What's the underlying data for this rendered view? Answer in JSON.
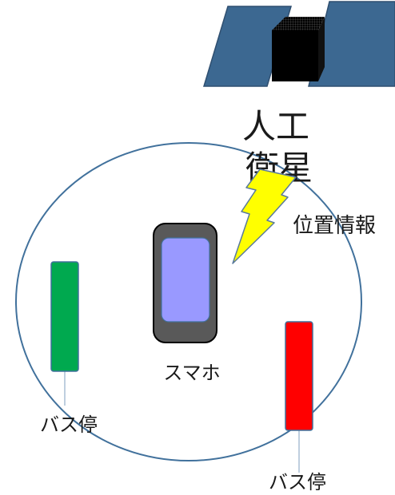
{
  "satellite": {
    "label_line1": "人工",
    "label_line2": "衛星",
    "icon": "satellite-icon"
  },
  "signal": {
    "label": "位置情報",
    "icon": "lightning-bolt-icon",
    "color": "#ffff00"
  },
  "phone": {
    "label": "スマホ",
    "icon": "smartphone-icon",
    "body_color": "#595959",
    "screen_color": "#9999ff"
  },
  "bus_stops": [
    {
      "label": "バス停",
      "color": "#00a94f"
    },
    {
      "label": "バス停",
      "color": "#ff0000"
    }
  ],
  "colors": {
    "panel": "#3c6891",
    "panel_stroke": "#2f4f70",
    "circle_stroke": "#41719c"
  }
}
